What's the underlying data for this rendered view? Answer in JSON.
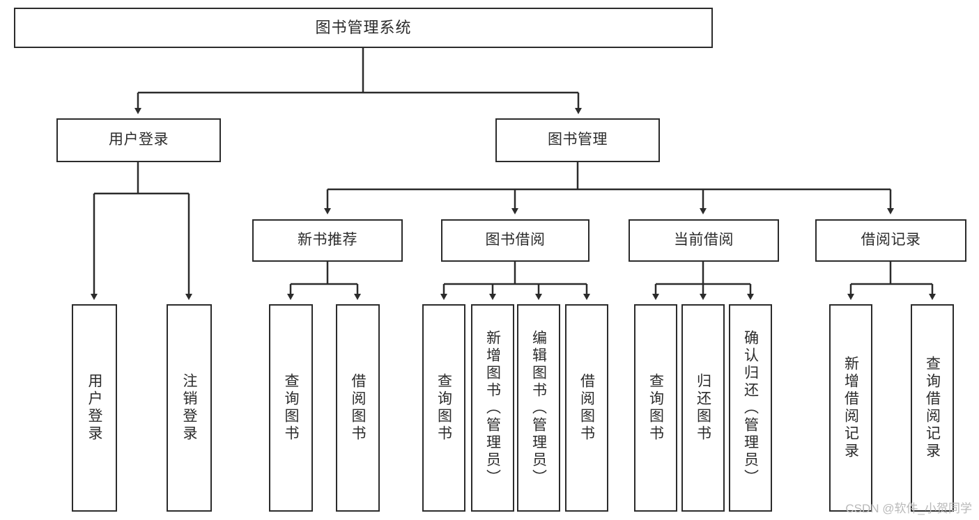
{
  "diagram": {
    "type": "tree-hierarchy-chart",
    "title": "图书管理系统",
    "stroke_color": "#2b2b2b",
    "fill_color": "#ffffff",
    "text_color": "#2b2b2b",
    "nodes": {
      "root": {
        "label": "图书管理系统"
      },
      "level2": [
        {
          "id": "user-login",
          "label": "用户登录"
        },
        {
          "id": "book-management",
          "label": "图书管理"
        }
      ],
      "level3": [
        {
          "id": "new-book-recommend",
          "label": "新书推荐"
        },
        {
          "id": "book-borrow",
          "label": "图书借阅"
        },
        {
          "id": "current-borrow",
          "label": "当前借阅"
        },
        {
          "id": "borrow-record",
          "label": "借阅记录"
        }
      ],
      "leaves": [
        {
          "id": "leaf-user-login",
          "label": "用户登录",
          "parent": "user-login"
        },
        {
          "id": "leaf-logout",
          "label": "注销登录",
          "parent": "user-login"
        },
        {
          "id": "leaf-query-book-1",
          "label": "查询图书",
          "parent": "new-book-recommend"
        },
        {
          "id": "leaf-borrow-book-1",
          "label": "借阅图书",
          "parent": "new-book-recommend"
        },
        {
          "id": "leaf-query-book-2",
          "label": "查询图书",
          "parent": "book-borrow"
        },
        {
          "id": "leaf-add-book",
          "label": "新增图书（管理员）",
          "parent": "book-borrow"
        },
        {
          "id": "leaf-edit-book",
          "label": "编辑图书（管理员）",
          "parent": "book-borrow"
        },
        {
          "id": "leaf-borrow-book-2",
          "label": "借阅图书",
          "parent": "book-borrow"
        },
        {
          "id": "leaf-query-book-3",
          "label": "查询图书",
          "parent": "current-borrow"
        },
        {
          "id": "leaf-return-book",
          "label": "归还图书",
          "parent": "current-borrow"
        },
        {
          "id": "leaf-confirm-return",
          "label": "确认归还（管理员）",
          "parent": "current-borrow"
        },
        {
          "id": "leaf-add-record",
          "label": "新增借阅记录",
          "parent": "borrow-record"
        },
        {
          "id": "leaf-query-record",
          "label": "查询借阅记录",
          "parent": "borrow-record"
        }
      ]
    }
  },
  "watermark": {
    "text": "CSDN @软件_小贺同学"
  }
}
